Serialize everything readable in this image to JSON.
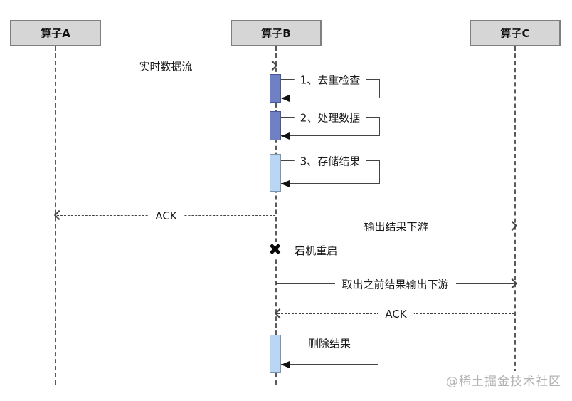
{
  "actors": [
    {
      "label": "算子A"
    },
    {
      "label": "算子B"
    },
    {
      "label": "算子C"
    }
  ],
  "messages": {
    "realtime_stream": {
      "label": "实时数据流"
    },
    "dedup_check": {
      "label": "1、去重检查"
    },
    "process_data": {
      "label": "2、处理数据"
    },
    "store_result": {
      "label": "3、存储结果"
    },
    "ack_to_a": {
      "label": "ACK"
    },
    "output_downstream": {
      "label": "输出结果下游"
    },
    "crash_restart": {
      "icon": "✖",
      "label": "宕机重启"
    },
    "reoutput_downstream": {
      "label": "取出之前结果输出下游"
    },
    "ack_from_c": {
      "label": "ACK"
    },
    "delete_result": {
      "label": "删除结果"
    }
  },
  "watermark": "@稀土掘金技术社区",
  "colors": {
    "actor_fill": "#d6d6d6",
    "actor_border": "#7f7f7f",
    "activation_blue": "#7080c4",
    "activation_blue_border": "#47579f",
    "activation_light_blue": "#b9d7f5",
    "activation_light_border": "#7c94ad",
    "line": "#444444",
    "watermark": "#b3b3b3"
  }
}
